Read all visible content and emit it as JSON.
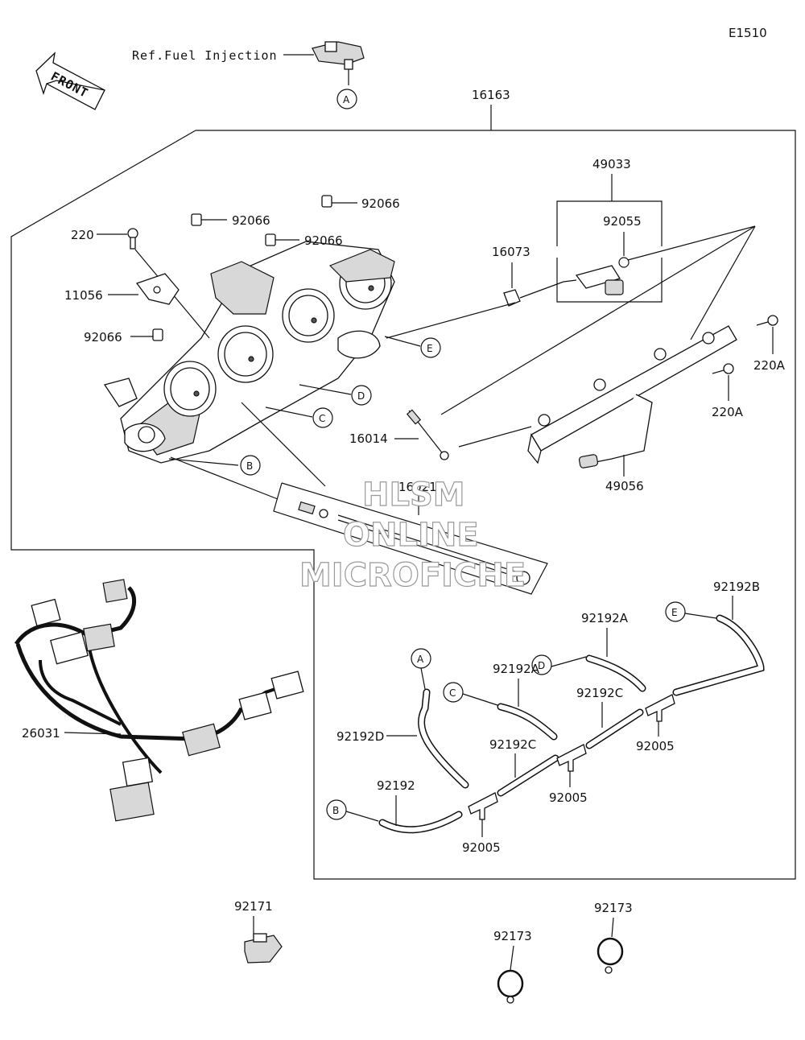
{
  "diagram_code": "E1510",
  "reference": "Ref.Fuel Injection",
  "front_label": "FRONT",
  "callouts": {
    "a": "A",
    "b": "B",
    "c": "C",
    "d": "D",
    "e": "E"
  },
  "parts": {
    "p16163": "16163",
    "p49033": "49033",
    "p92055": "92055",
    "p16073": "16073",
    "p92066_1": "92066",
    "p92066_2": "92066",
    "p92066_3": "92066",
    "p92066_4": "92066",
    "p220": "220",
    "p11056": "11056",
    "p220a_1": "220A",
    "p220a_2": "220A",
    "p16014": "16014",
    "p16021": "16021",
    "p49056": "49056",
    "p26031": "26031",
    "p92192b": "92192B",
    "p92192a_1": "92192A",
    "p92192a_2": "92192A",
    "p92192c_1": "92192C",
    "p92192c_2": "92192C",
    "p92192d": "92192D",
    "p92192": "92192",
    "p92005_1": "92005",
    "p92005_2": "92005",
    "p92005_3": "92005",
    "p92171": "92171",
    "p92173_1": "92173",
    "p92173_2": "92173"
  },
  "watermark": {
    "line1": "HLSM",
    "line2": "ONLINE",
    "line3": "MICROFICHE"
  }
}
